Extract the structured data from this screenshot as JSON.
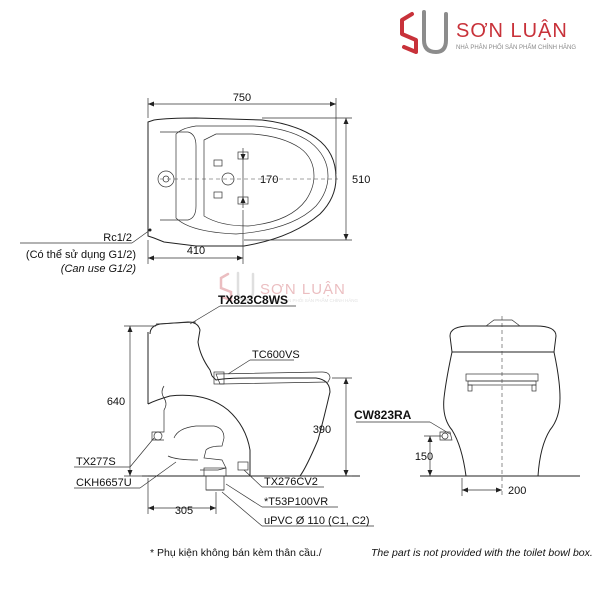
{
  "brand": {
    "name": "SƠN LUẬN",
    "tagline": "NHÀ PHÂN PHỐI SẢN PHẨM CHÍNH HÃNG",
    "primary_color": "#c8323a",
    "secondary_color": "#8c8c8c"
  },
  "watermark": {
    "name": "SƠN LUẬN",
    "tagline": "NHÀ PHÂN PHỐI SẢN PHẨM CHÍNH HÃNG"
  },
  "top_view": {
    "dim_width": "750",
    "dim_depth": "510",
    "dim_fixing": "170",
    "dim_rear": "410",
    "inlet_label": "Rc1/2",
    "inlet_note_vi": "(Có thể sử dụng G1/2)",
    "inlet_note_en": "(Can use G1/2)"
  },
  "side_view": {
    "dim_height": "640",
    "dim_seat": "390",
    "dim_rough_in": "305",
    "part_cistern": "TX823C8WS",
    "part_seat": "TC600VS",
    "part_bowl": "CW823RA",
    "part_valve": "TX277S",
    "part_hose": "CKH6657U",
    "part_outlet": "TX276CV2",
    "part_flange": "*T53P100VR",
    "pipe_spec": "uPVC Ø 110 (C1, C2)"
  },
  "front_view": {
    "dim_inlet_height": "150",
    "dim_inlet_offset": "200"
  },
  "footnote": {
    "vi": "* Phụ kiện không bán kèm thân cầu./",
    "en": "The part is not provided with the toilet bowl box."
  }
}
